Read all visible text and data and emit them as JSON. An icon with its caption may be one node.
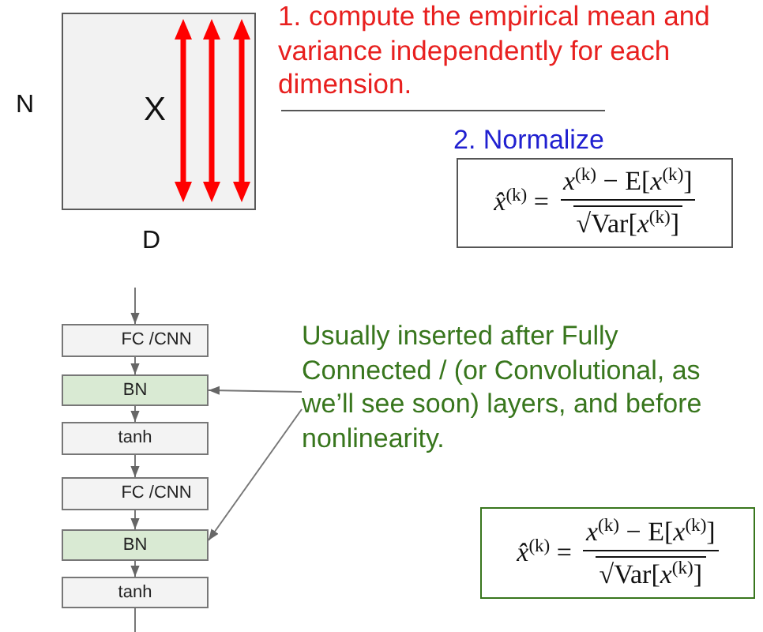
{
  "diagram": {
    "nodes": [
      {
        "text": [
          "X"
        ],
        "beside": [
          "N",
          "D"
        ]
      },
      {
        "text": [
          "2. Normalize",
          "*x̂*$^{(k)}$ =",
          "*x*$^{(k)}$ − E[*x*$^{(k)}$]",
          "√Var[*x*$^{(k)}$]"
        ]
      },
      {
        "text": [
          "FC /CNN"
        ]
      },
      {
        "text": [
          "BN"
        ]
      },
      {
        "text": [
          "tanh"
        ]
      },
      {
        "text": [
          "FC /CNN"
        ]
      },
      {
        "text": [
          "BN"
        ]
      },
      {
        "text": [
          "tanh"
        ]
      },
      {
        "text": [
          "Usually inserted after Fully Connected / (or Convolutional, as we’ll see soon) layers, and before nonlinearity."
        ]
      },
      {
        "text": [
          "*x̂*$^{(k)}$ =",
          "*x*$^{(k)}$ − E[*x*$^{(k)}$]",
          "√Var[*x*$^{(k)}$]"
        ]
      }
    ],
    "edges": [
      {
        "from": null,
        "to": 2,
        "arrow": "to"
      },
      {
        "from": 2,
        "to": 3,
        "arrow": "to"
      },
      {
        "from": 3,
        "to": 4,
        "arrow": "to"
      },
      {
        "from": 4,
        "to": 5,
        "arrow": "to"
      },
      {
        "from": 5,
        "to": 6,
        "arrow": "to"
      },
      {
        "from": 6,
        "to": 7,
        "arrow": "to"
      },
      {
        "from": 7,
        "to": null,
        "arrow": "none"
      },
      {
        "from": 8,
        "to": 3,
        "arrow": "to"
      },
      {
        "from": 8,
        "to": 6,
        "arrow": "to"
      }
    ],
    "labels": [
      "1. compute the empirical mean and variance independently for each dimension."
    ]
  }
}
